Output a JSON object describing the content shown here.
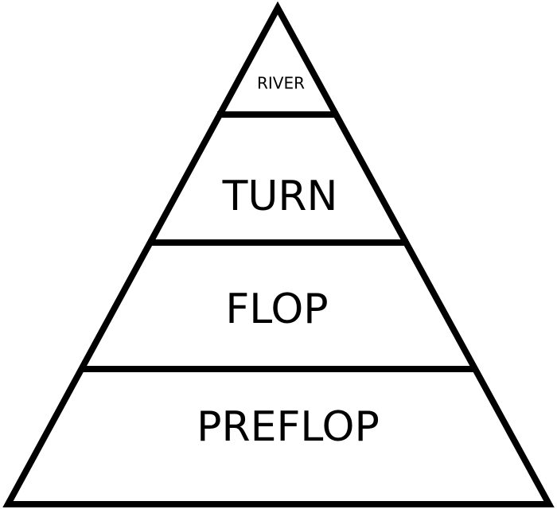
{
  "diagram": {
    "tiers": [
      {
        "id": "river",
        "label": "RIVER"
      },
      {
        "id": "turn",
        "label": "TURN"
      },
      {
        "id": "flop",
        "label": "FLOP"
      },
      {
        "id": "preflop",
        "label": "PREFLOP"
      }
    ]
  },
  "colors": {
    "background": "#ffffff",
    "stroke": "#000000",
    "text": "#000000"
  }
}
